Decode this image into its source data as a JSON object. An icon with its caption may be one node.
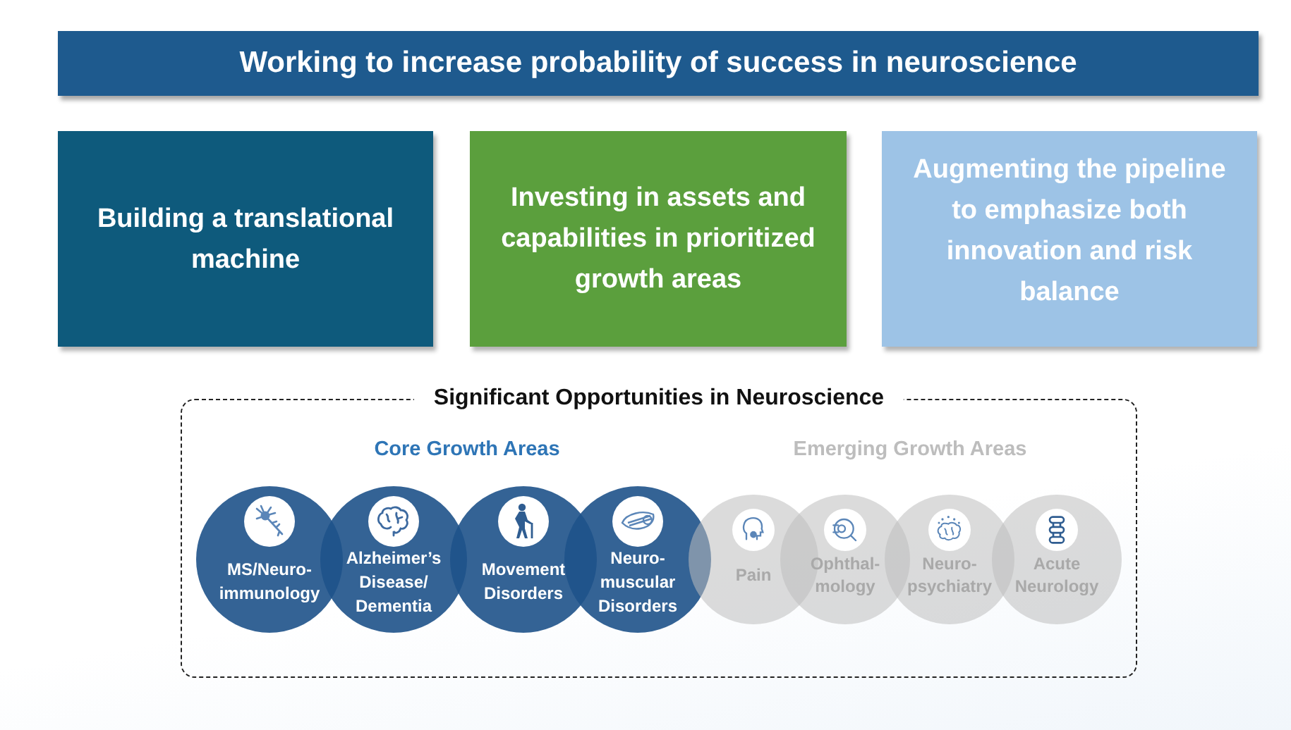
{
  "diagram": {
    "title": "Working to increase probability of success in neuroscience",
    "nodes": [
      {
        "text": [
          "Building a translational machine"
        ]
      },
      {
        "text": [
          "Investing in assets and capabilities in prioritized growth areas"
        ]
      },
      {
        "text": [
          "Augmenting the pipeline to emphasize both innovation and risk balance"
        ]
      },
      {
        "text": [
          "Significant Opportunities in Neuroscience"
        ]
      },
      {
        "text": [
          "MS/Neuro- immunology"
        ],
        "in": 3
      },
      {
        "text": [
          "Alzheimer’s Disease/ Dementia"
        ],
        "in": 3
      },
      {
        "text": [
          "Movement Disorders"
        ],
        "in": 3
      },
      {
        "text": [
          "Neuro- muscular Disorders"
        ],
        "in": 3
      },
      {
        "text": [
          "Pain"
        ],
        "in": 3
      },
      {
        "text": [
          "Ophthal- mology"
        ],
        "in": 3
      },
      {
        "text": [
          "Neuro- psychiatry"
        ],
        "in": 3
      },
      {
        "text": [
          "Acute Neurology"
        ],
        "in": 3
      }
    ],
    "labels": [
      "Core Growth Areas",
      "Emerging Growth Areas"
    ]
  }
}
